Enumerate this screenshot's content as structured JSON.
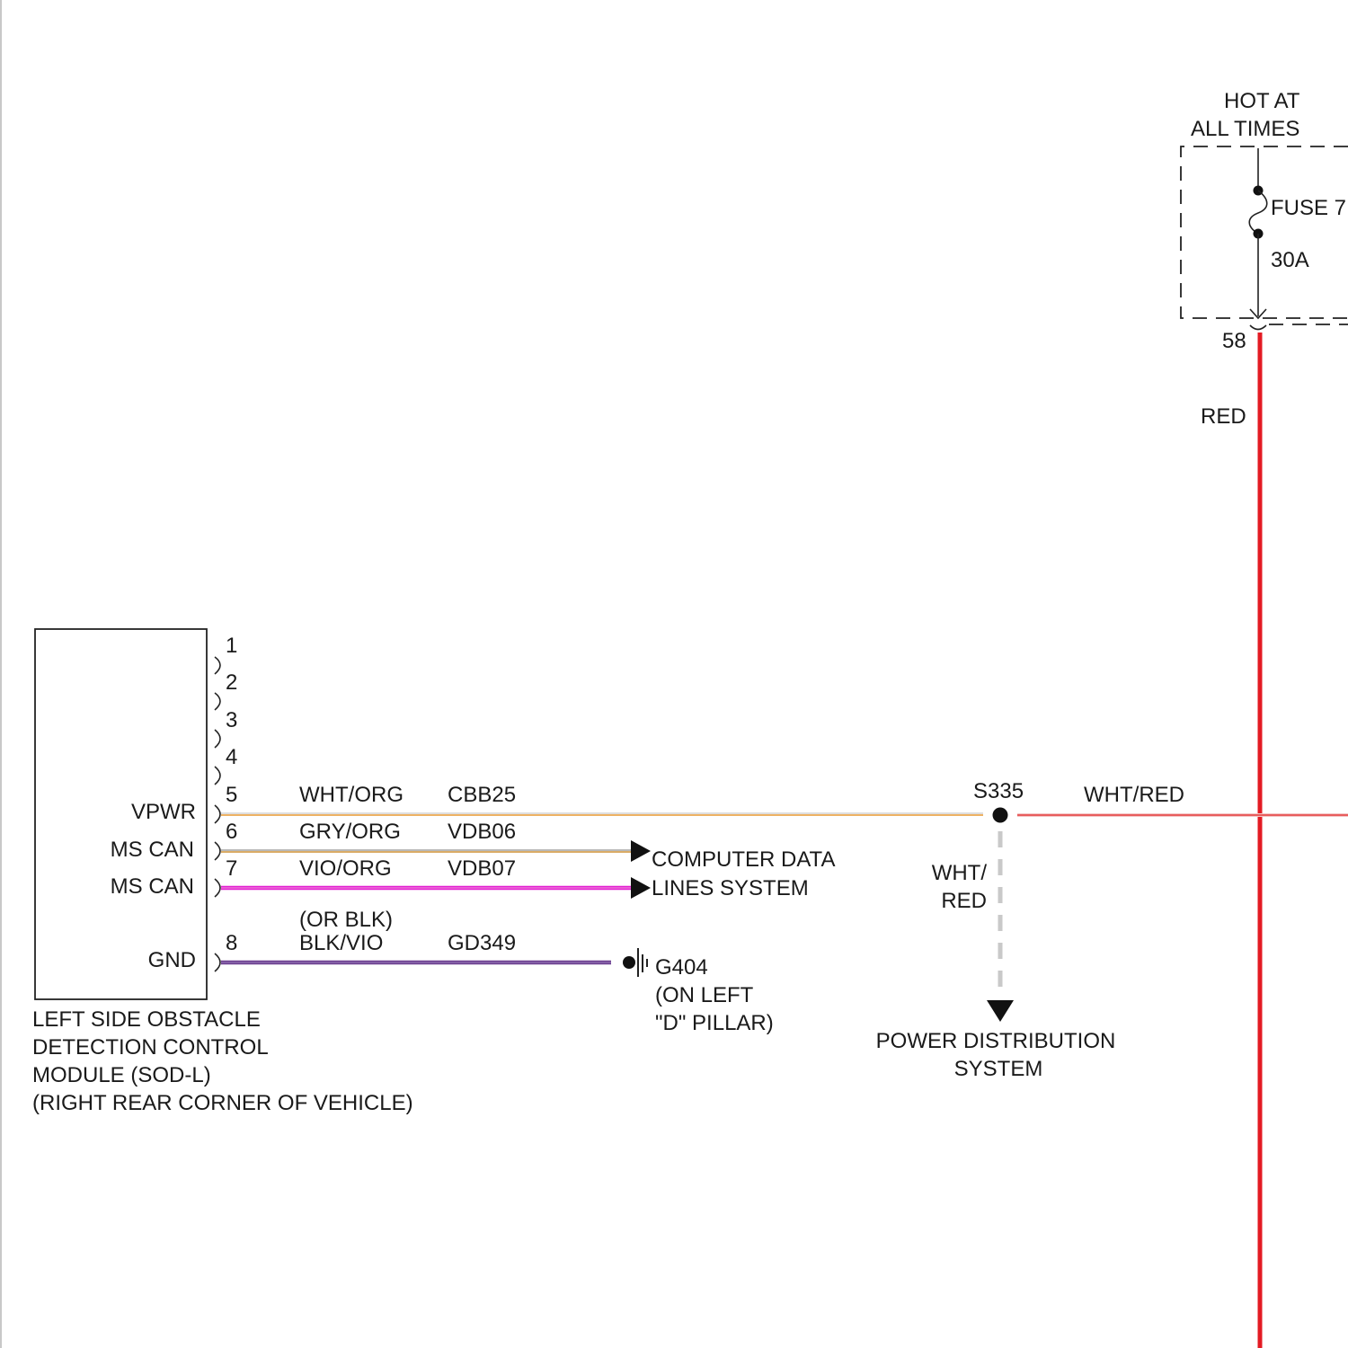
{
  "module": {
    "name_lines": [
      "LEFT SIDE OBSTACLE",
      "DETECTION CONTROL",
      "MODULE (SOD-L)",
      "(RIGHT REAR CORNER OF VEHICLE)"
    ],
    "pins": [
      "1",
      "2",
      "3",
      "4",
      "5",
      "6",
      "7",
      "8"
    ],
    "pin_functions": {
      "vpwr": "VPWR",
      "ms_can_1": "MS CAN",
      "ms_can_2": "MS CAN",
      "gnd": "GND"
    }
  },
  "wires": {
    "pin5": {
      "color_code": "WHT/ORG",
      "circuit": "CBB25",
      "color": "#f2a33c"
    },
    "pin6": {
      "color_code": "GRY/ORG",
      "circuit": "VDB06",
      "color": "#e6a84a"
    },
    "pin7": {
      "color_code": "VIO/ORG",
      "circuit": "VDB07",
      "color": "#e21fd2"
    },
    "pin8": {
      "alt_color_code": "(OR BLK)",
      "color_code": "BLK/VIO",
      "circuit": "GD349",
      "color": "#6b3f8f"
    },
    "feed": {
      "color_code": "RED",
      "color": "#e31b23"
    },
    "splice_right": {
      "color_code": "WHT/RED",
      "color": "#e53a3a"
    },
    "splice_down": {
      "color_code_line1": "WHT/",
      "color_code_line2": "RED",
      "color": "#c9c9c9"
    }
  },
  "splice": {
    "id": "S335"
  },
  "ground": {
    "id": "G404",
    "location_line1": "(ON LEFT",
    "location_line2": "\"D\" PILLAR)"
  },
  "destinations": {
    "data_lines": [
      "COMPUTER DATA",
      "LINES SYSTEM"
    ],
    "power_distribution": [
      "POWER DISTRIBUTION",
      "SYSTEM"
    ]
  },
  "fuse_box": {
    "header_line1": "HOT AT",
    "header_line2": "ALL TIMES",
    "fuse_label": "FUSE 7",
    "fuse_rating": "30A",
    "output_pin": "58"
  }
}
